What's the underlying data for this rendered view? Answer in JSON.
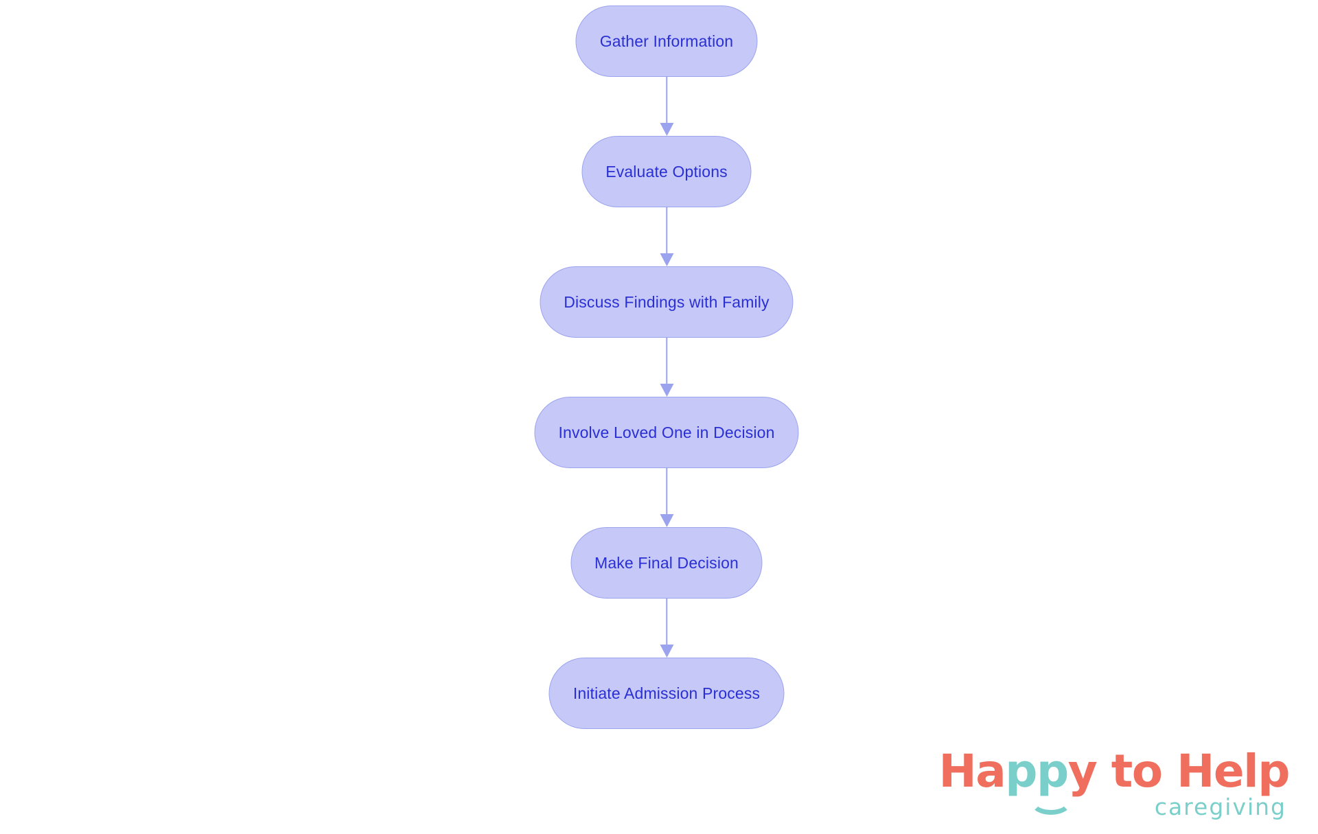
{
  "diagram": {
    "type": "flowchart",
    "orientation": "vertical",
    "title": "",
    "colors": {
      "node_fill": "#c6c9f8",
      "node_border": "#9ba3ee",
      "node_text": "#2a2fd4",
      "connector": "#9ba3ee",
      "background": "#ffffff"
    },
    "nodes": [
      {
        "id": "n1",
        "label": "Gather Information"
      },
      {
        "id": "n2",
        "label": "Evaluate Options"
      },
      {
        "id": "n3",
        "label": "Discuss Findings with Family"
      },
      {
        "id": "n4",
        "label": "Involve Loved One in Decision"
      },
      {
        "id": "n5",
        "label": "Make Final Decision"
      },
      {
        "id": "n6",
        "label": "Initiate Admission Process"
      }
    ],
    "edges": [
      {
        "from": "n1",
        "to": "n2",
        "label": ""
      },
      {
        "from": "n2",
        "to": "n3",
        "label": ""
      },
      {
        "from": "n3",
        "to": "n4",
        "label": ""
      },
      {
        "from": "n4",
        "to": "n5",
        "label": ""
      },
      {
        "from": "n5",
        "to": "n6",
        "label": ""
      }
    ]
  },
  "logo": {
    "word_1": "Ha",
    "word_2": "pp",
    "word_3": "y to Help",
    "subtitle": "caregiving",
    "colors": {
      "coral": "#ef6e5e",
      "teal": "#7bcfca"
    }
  }
}
